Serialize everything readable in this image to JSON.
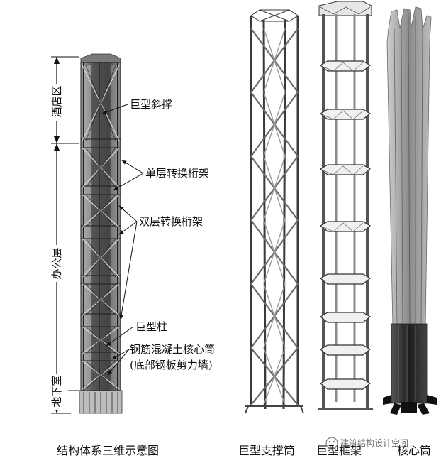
{
  "zones": {
    "hotel": "酒店区",
    "office": "办公层",
    "basement": "地下室"
  },
  "callouts": {
    "mega_brace": "巨型斜撑",
    "single_truss": "单层转换桁架",
    "double_truss": "双层转换桁架",
    "mega_column": "巨型柱",
    "core_line1": "钢筋混凝土核心筒",
    "core_line2": "(底部钢板剪力墙)"
  },
  "captions": {
    "system": "结构体系三维示意图",
    "brace_tube": "巨型支撑筒",
    "frame": "巨型框架",
    "core": "核心筒"
  },
  "watermark": "建筑结构设计空间",
  "colors": {
    "ink": "#111111",
    "steel_dark": "#3a3a3a",
    "steel_mid": "#7a7a7a",
    "steel_light": "#c8c8c8",
    "core_base": "#2a2a2a"
  }
}
